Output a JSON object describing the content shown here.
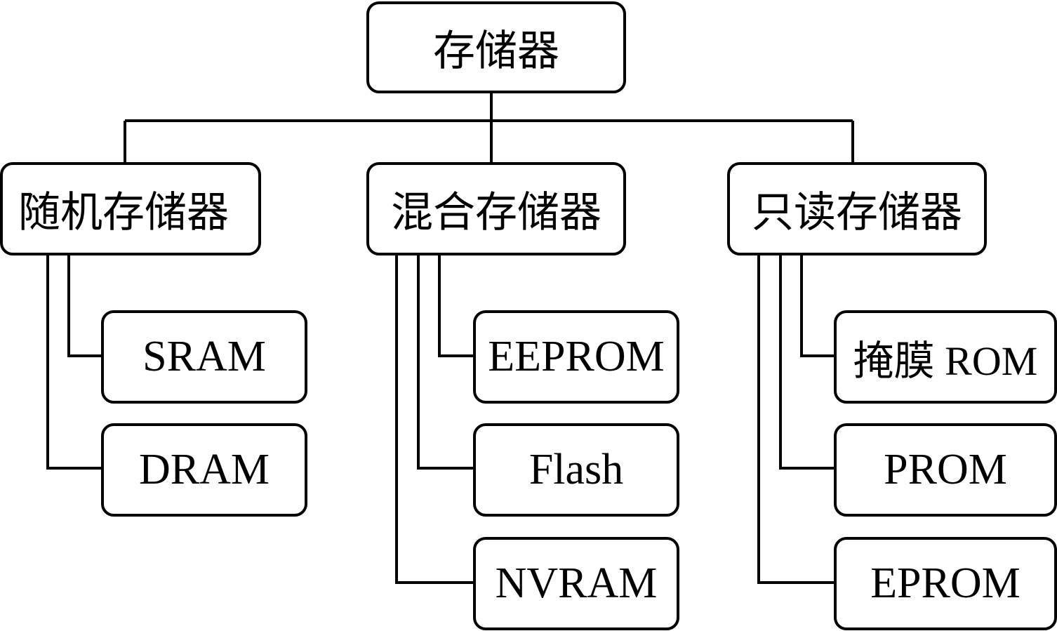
{
  "root": {
    "label": "存储器"
  },
  "categories": [
    {
      "label": "随机存储器",
      "children": [
        "SRAM",
        "DRAM"
      ]
    },
    {
      "label": "混合存储器",
      "children": [
        "EEPROM",
        "Flash",
        "NVRAM"
      ]
    },
    {
      "label": "只读存储器",
      "children": [
        "掩膜 ROM",
        "PROM",
        "EPROM"
      ]
    }
  ]
}
